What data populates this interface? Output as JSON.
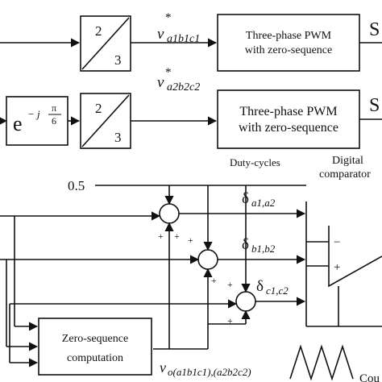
{
  "blocks": {
    "converter_1": {
      "top": "2",
      "bottom": "3"
    },
    "converter_2": {
      "top": "2",
      "bottom": "3"
    },
    "pwm_1": {
      "line1": "Three-phase PWM",
      "line2": "with zero-sequence"
    },
    "pwm_2": {
      "line1": "Three-phase PWM",
      "line2": "with zero-sequence"
    },
    "rotation": {
      "base": "e",
      "exponent": "− j",
      "frac_num": "π",
      "frac_den": "6"
    },
    "zero_sequence": {
      "line1": "Zero-sequence",
      "line2": "computation"
    }
  },
  "signals": {
    "v_a1b1c1": {
      "symbol": "v",
      "star": "*",
      "subscript": "a1b1c1"
    },
    "v_a2b2c2": {
      "symbol": "v",
      "star": "*",
      "subscript": "a2b2c2"
    },
    "v_o": {
      "symbol": "v",
      "subscript": "o(a1b1c1),(a2b2c2)"
    },
    "const_half": "0.5",
    "delta_a": {
      "symbol": "δ",
      "subscript": "a1,a2"
    },
    "delta_b": {
      "symbol": "δ",
      "subscript": "b1,b2"
    },
    "delta_c": {
      "symbol": "δ",
      "subscript": "c1,c2"
    }
  },
  "labels": {
    "duty_cycles": "Duty-cycles",
    "digital": "Digital",
    "comparator": "comparator",
    "out_top": "S",
    "out_mid": "S",
    "counter": "Cou"
  },
  "sum_signs": {
    "s1": [
      "+",
      "+"
    ],
    "s2": [
      "+",
      "+"
    ],
    "s3": [
      "+",
      "+"
    ]
  },
  "comparator_signs": {
    "minus": "−",
    "plus": "+"
  }
}
